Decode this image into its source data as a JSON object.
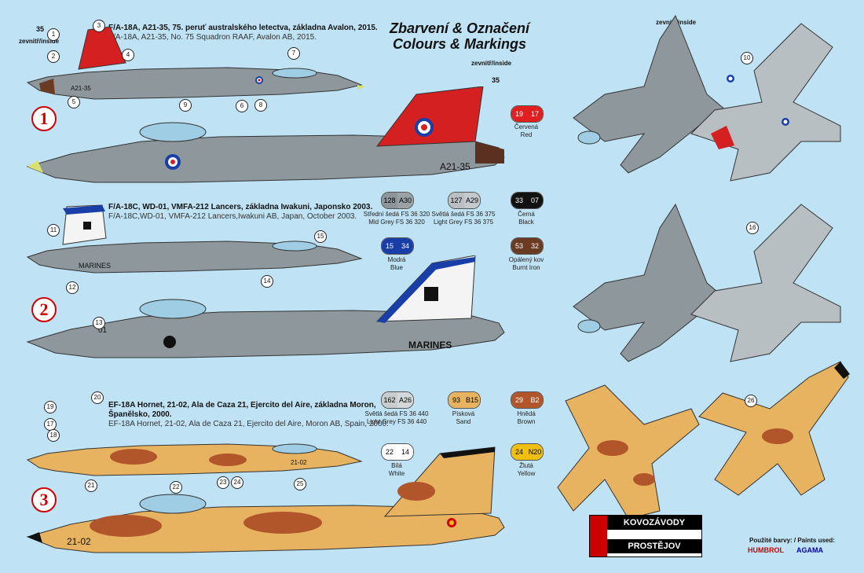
{
  "header": {
    "title_cz": "Zbarvení & Označení",
    "title_en": "Colours & Markings"
  },
  "sections": [
    {
      "number": "1",
      "caption_cz": "F/A-18A, A21-35, 75. peruť australského letectva, základna Avalon, 2015.",
      "caption_en": "F/A-18A, A21-35, No. 75 Squadron RAAF, Avalon  AB, 2015.",
      "serial": "A21-35",
      "inside_label": "zevnitř/inside",
      "inside_num": "35"
    },
    {
      "number": "2",
      "caption_cz": "F/A-18C, WD-01, VMFA-212 Lancers, základna Iwakuni, Japonsko 2003.",
      "caption_en": "F/A-18C,WD-01, VMFA-212 Lancers,Iwakuni AB, Japan, October 2003.",
      "marking": "MARINES",
      "modex": "01"
    },
    {
      "number": "3",
      "caption_cz_1": "EF-18A Hornet, 21-02, Ala de Caza 21, Ejercito del Aire, základna Moron,",
      "caption_cz_2": "Španělsko, 2000.",
      "caption_en": "EF-18A Hornet, 21-02, Ala de Caza 21, Ejercito del Aire, Moron AB, Spain, 2000.",
      "serial": "21-02"
    }
  ],
  "swatches": [
    {
      "a": "19",
      "b": "17",
      "cz": "Červená",
      "en": "Red",
      "ca": "#e02020",
      "cb": "#e02020",
      "ta": "#fff",
      "tb": "#fff"
    },
    {
      "a": "128",
      "b": "A30",
      "cz": "Střední šedá FS 36 320",
      "en": "Mid Grey FS 36 320",
      "ca": "#8c9599",
      "cb": "#9aa2a6",
      "ta": "#111",
      "tb": "#111"
    },
    {
      "a": "127",
      "b": "A29",
      "cz": "Světlá šedá FS 36 375",
      "en": "Light Grey FS 36 375",
      "ca": "#b9c0c3",
      "cb": "#c4cacc",
      "ta": "#111",
      "tb": "#111"
    },
    {
      "a": "33",
      "b": "07",
      "cz": "Černá",
      "en": "Black",
      "ca": "#111",
      "cb": "#111",
      "ta": "#fff",
      "tb": "#fff"
    },
    {
      "a": "15",
      "b": "34",
      "cz": "Modrá",
      "en": "Blue",
      "ca": "#1a3ea8",
      "cb": "#1a3ea8",
      "ta": "#fff",
      "tb": "#fff"
    },
    {
      "a": "53",
      "b": "32",
      "cz": "Opálený kov",
      "en": "Burnt Iron",
      "ca": "#6b3a22",
      "cb": "#6b3a22",
      "ta": "#fff",
      "tb": "#fff"
    },
    {
      "a": "162",
      "b": "A26",
      "cz": "Světlá šedá FS 36 440",
      "en": "Light Grey FS 36 440",
      "ca": "#c9cdce",
      "cb": "#d5d8d9",
      "ta": "#111",
      "tb": "#111"
    },
    {
      "a": "93",
      "b": "B15",
      "cz": "Písková",
      "en": "Sand",
      "ca": "#e8b360",
      "cb": "#e8b360",
      "ta": "#111",
      "tb": "#111"
    },
    {
      "a": "29",
      "b": "B2",
      "cz": "Hnědá",
      "en": "Brown",
      "ca": "#b0562a",
      "cb": "#b0562a",
      "ta": "#fff",
      "tb": "#fff"
    },
    {
      "a": "22",
      "b": "14",
      "cz": "Bílá",
      "en": "White",
      "ca": "#fff",
      "cb": "#fff",
      "ta": "#111",
      "tb": "#111"
    },
    {
      "a": "24",
      "b": "N20",
      "cz": "Žlutá",
      "en": "Yellow",
      "ca": "#f0c010",
      "cb": "#f0c010",
      "ta": "#111",
      "tb": "#111"
    }
  ],
  "callouts": [
    "1",
    "2",
    "3",
    "4",
    "5",
    "6",
    "7",
    "8",
    "9",
    "10",
    "11",
    "12",
    "13",
    "14",
    "15",
    "16",
    "17",
    "18",
    "19",
    "20",
    "21",
    "22",
    "23",
    "24",
    "25",
    "26"
  ],
  "logo": {
    "line1": "KOVOZÁVODY",
    "line2": "PROSTĚJOV",
    "paints_label": "Použité barvy: / Paints used:",
    "paint1": "HUMBROL",
    "paint2": "AGAMA"
  },
  "colors": {
    "background": "#bfe3f4",
    "grey_dark": "#8e979b",
    "grey_light": "#b8bfc2",
    "raaf_red": "#d42020",
    "sand": "#e8b360",
    "brown": "#b0562a",
    "section_red": "#cc0000"
  }
}
